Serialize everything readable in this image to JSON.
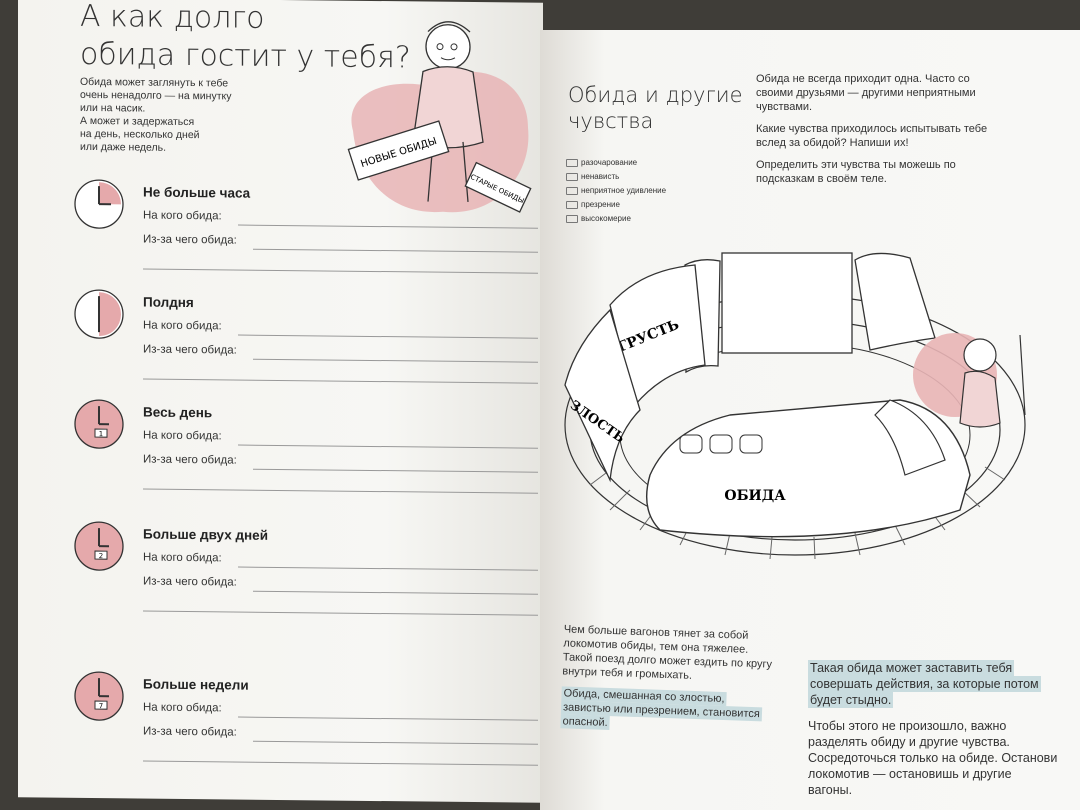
{
  "left": {
    "title_line1": "А как долго",
    "title_line2": "обида гостит у тебя?",
    "intro": [
      "Обида может заглянуть к тебе",
      "очень ненадолго — на минутку",
      "или на часик.",
      "А может и задержаться",
      "на день, несколько дней",
      "или даже недель."
    ],
    "suitcase_new": "НОВЫЕ ОБИДЫ",
    "suitcase_old": "СТАРЫЕ ОБИДЫ",
    "sections": [
      {
        "title": "Не больше часа",
        "q1": "На кого обида:",
        "q2": "Из-за чего обида:"
      },
      {
        "title": "Полдня",
        "q1": "На кого обида:",
        "q2": "Из-за чего обида:"
      },
      {
        "title": "Весь день",
        "q1": "На кого обида:",
        "q2": "Из-за чего обида:",
        "badge": "1"
      },
      {
        "title": "Больше двух дней",
        "q1": "На кого обида:",
        "q2": "Из-за чего обида:",
        "badge": "2"
      },
      {
        "title": "Больше недели",
        "q1": "На кого обида:",
        "q2": "Из-за чего обида:",
        "badge": "7"
      }
    ]
  },
  "right": {
    "title_line1": "Обида и другие",
    "title_line2": "чувства",
    "legend": [
      "разочарование",
      "ненависть",
      "неприятное удивление",
      "презрение",
      "высокомерие"
    ],
    "text": [
      "Обида не всегда приходит одна. Часто со своими друзьями — другими неприятными чувствами.",
      "Какие чувства приходилось испытывать тебе вслед за обидой? Напиши их!",
      "Определить эти чувства ты можешь по подсказкам в своём теле."
    ],
    "train_labels": {
      "car1": "ГРУСТЬ",
      "car2": "ЗЛОСТЬ",
      "engine": "ОБИДА"
    },
    "bottom_left_plain": "Чем больше вагонов тянет за собой локомотив обиды, тем она тяжелее. Такой поезд долго может ездить по кругу внутри тебя и громыхать.",
    "bottom_left_highlight": "Обида, смешанная со злостью, завистью или презрением, становится опасной.",
    "bottom_right_highlight": "Такая обида может заставить тебя совершать действия, за которые потом будет стыдно.",
    "bottom_right_plain": "Чтобы этого не произошло, важно разделять обиду и другие чувства. Сосредоточься только на обиде. Останови локомотив — остановишь и другие вагоны."
  },
  "colors": {
    "accent_pink": "#e5a9ab",
    "highlight": "#c9dcdf"
  }
}
